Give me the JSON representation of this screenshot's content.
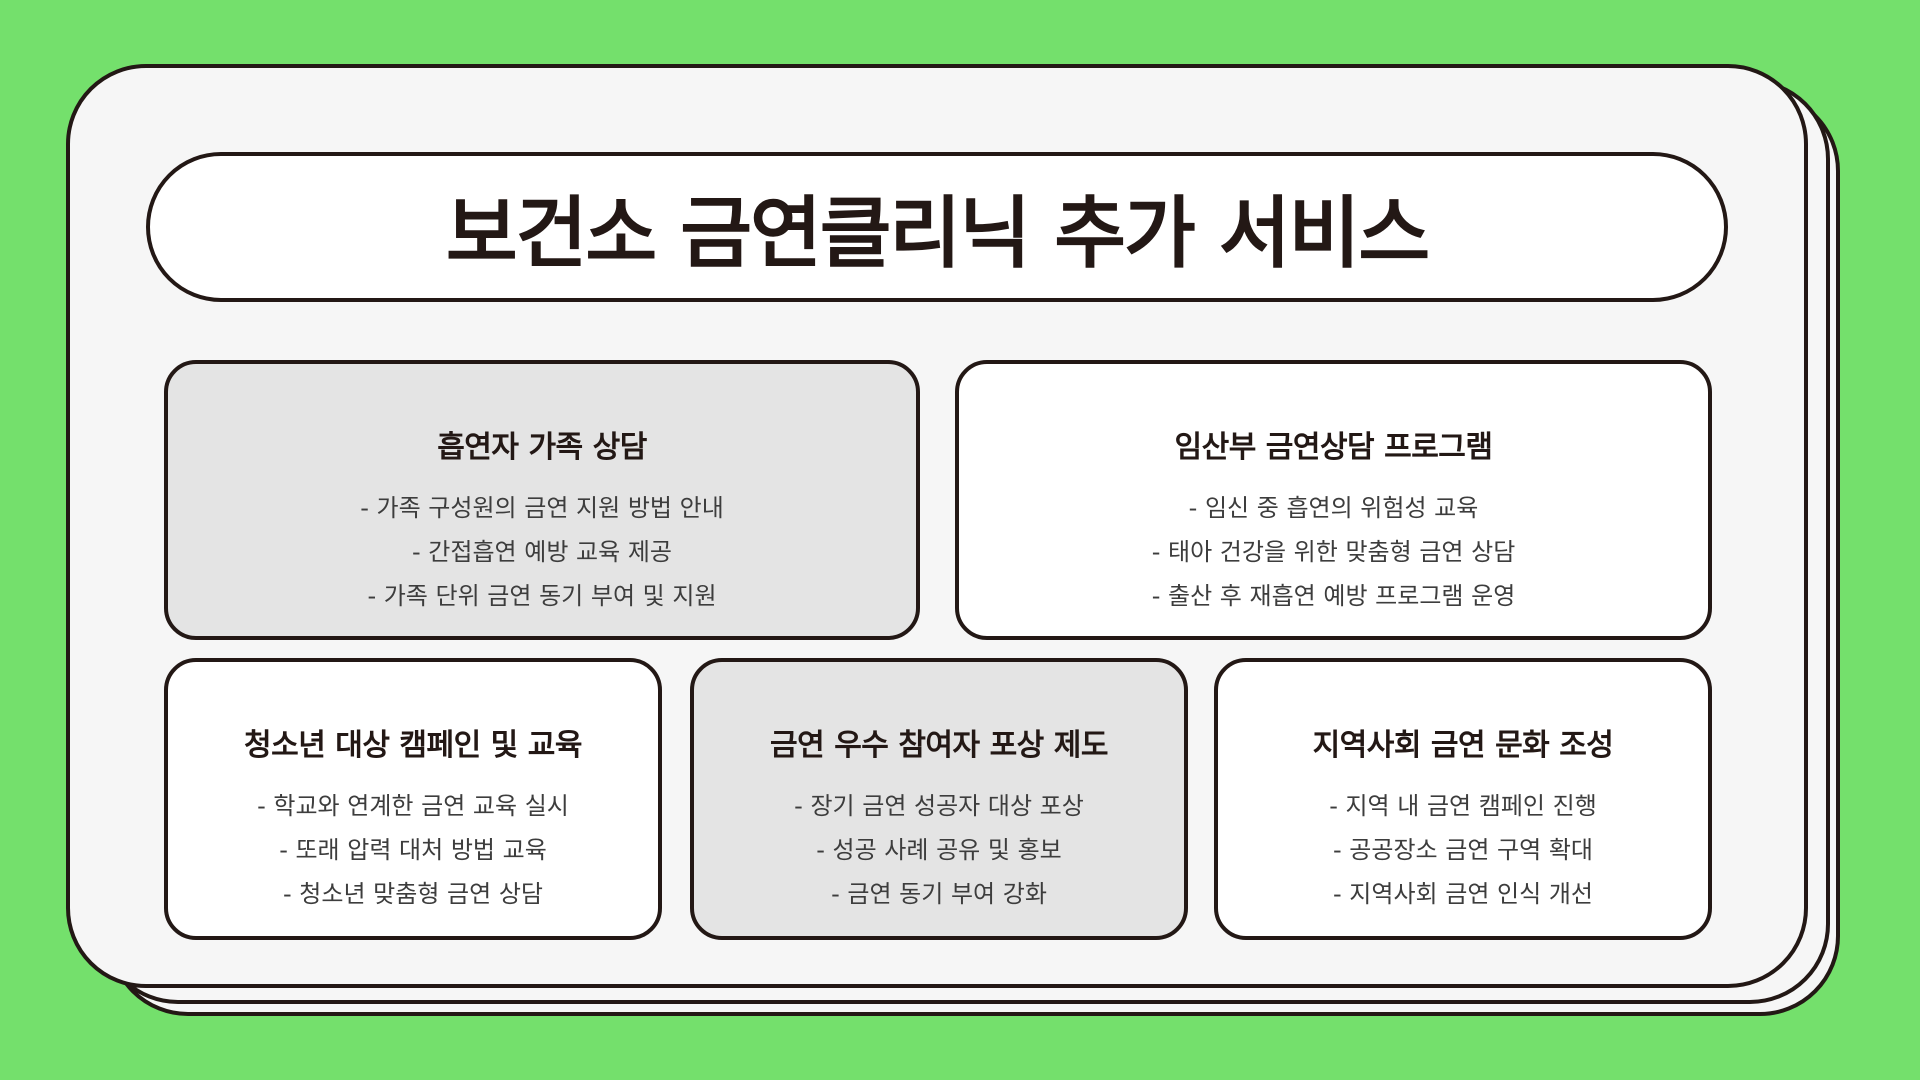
{
  "title": "보건소 금연클리닉 추가 서비스",
  "cards": [
    {
      "title": "흡연자 가족 상담",
      "items": [
        "- 가족 구성원의 금연 지원 방법 안내",
        "- 간접흡연 예방 교육 제공",
        "- 가족 단위 금연 동기 부여 및 지원"
      ]
    },
    {
      "title": "임산부 금연상담 프로그램",
      "items": [
        "- 임신 중 흡연의 위험성 교육",
        "- 태아 건강을 위한 맞춤형 금연 상담",
        "- 출산 후 재흡연 예방 프로그램 운영"
      ]
    },
    {
      "title": "청소년 대상 캠페인 및 교육",
      "items": [
        "- 학교와 연계한 금연 교육 실시",
        "- 또래 압력 대처 방법 교육",
        "- 청소년 맞춤형 금연 상담"
      ]
    },
    {
      "title": "금연 우수 참여자 포상 제도",
      "items": [
        "- 장기 금연 성공자 대상 포상",
        "- 성공 사례 공유 및 홍보",
        "- 금연 동기 부여 강화"
      ]
    },
    {
      "title": "지역사회 금연 문화 조성",
      "items": [
        "- 지역 내 금연 캠페인 진행",
        "- 공공장소 금연 구역 확대",
        "- 지역사회 금연 인식 개선"
      ]
    }
  ],
  "colors": {
    "background": "#74e06c",
    "outline": "#231815",
    "panel": "#f6f6f6",
    "card_gray": "#e4e4e4",
    "card_white": "#ffffff"
  }
}
